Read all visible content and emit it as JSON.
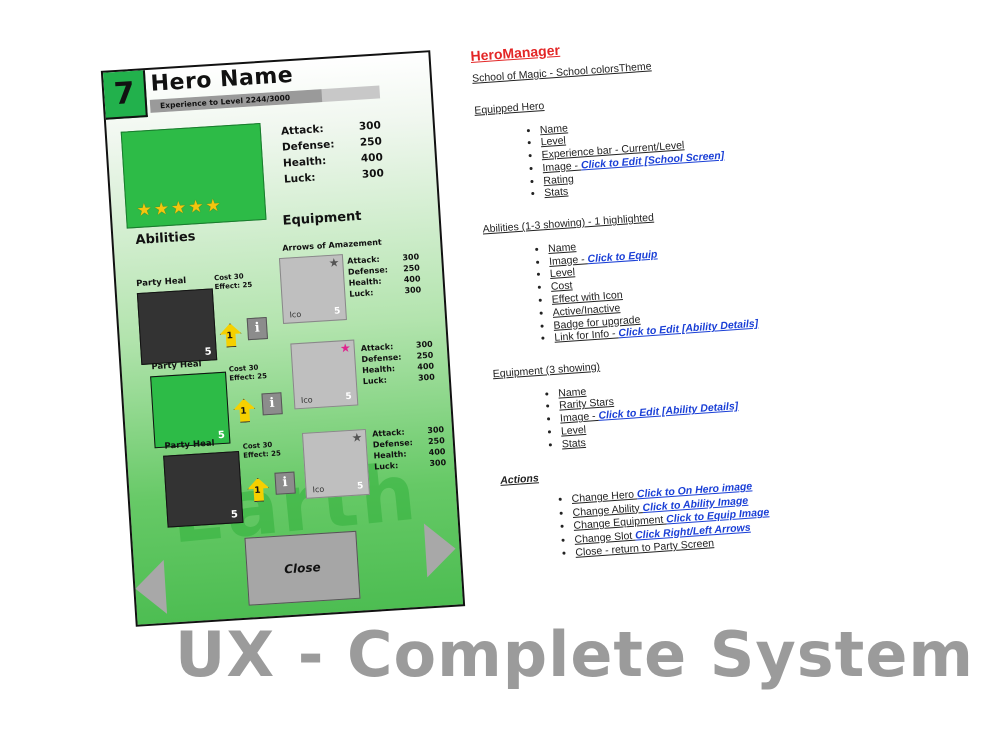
{
  "card": {
    "level": "7",
    "hero_name": "Hero Name",
    "experience_label": "Experience to Level  2244/3000",
    "experience_progress": 0.748,
    "hero_rating": "★★★★★",
    "hero_stats": [
      {
        "label": "Attack:",
        "value": "300"
      },
      {
        "label": "Defense:",
        "value": "250"
      },
      {
        "label": "Health:",
        "value": "400"
      },
      {
        "label": "Luck:",
        "value": "300"
      }
    ],
    "abilities_heading": "Abilities",
    "equipment_heading": "Equipment",
    "equipment_item_title": "Arrows of Amazement",
    "abilities": [
      {
        "name": "Party Heal",
        "cost": "Cost 30",
        "effect": "Effect: 25",
        "slot": "5",
        "upgrade": "1",
        "info": "i"
      },
      {
        "name": "Party Heal",
        "cost": "Cost 30",
        "effect": "Effect: 25",
        "slot": "5",
        "upgrade": "1",
        "info": "i"
      },
      {
        "name": "Party Heal",
        "cost": "Cost 30",
        "effect": "Effect: 25",
        "slot": "5",
        "upgrade": "1",
        "info": "i"
      }
    ],
    "equipment": [
      {
        "ico": "Ico",
        "num": "5",
        "star": "★",
        "stats": [
          {
            "label": "Attack:",
            "value": "300"
          },
          {
            "label": "Defense:",
            "value": "250"
          },
          {
            "label": "Health:",
            "value": "400"
          },
          {
            "label": "Luck:",
            "value": "300"
          }
        ]
      },
      {
        "ico": "Ico",
        "num": "5",
        "star": "★",
        "stats": [
          {
            "label": "Attack:",
            "value": "300"
          },
          {
            "label": "Defense:",
            "value": "250"
          },
          {
            "label": "Health:",
            "value": "400"
          },
          {
            "label": "Luck:",
            "value": "300"
          }
        ]
      },
      {
        "ico": "Ico",
        "num": "5",
        "star": "★",
        "stats": [
          {
            "label": "Attack:",
            "value": "300"
          },
          {
            "label": "Defense:",
            "value": "250"
          },
          {
            "label": "Health:",
            "value": "400"
          },
          {
            "label": "Luck:",
            "value": "300"
          }
        ]
      }
    ],
    "watermark": "Earth",
    "close_label": "Close",
    "colors": {
      "card_green": "#2dbb47",
      "upgrade_yellow": "#f5d000",
      "star_gold": "#f3c60e",
      "star_gray": "#555555",
      "star_pink": "#e0238e"
    }
  },
  "notes": {
    "title": "HeroManager",
    "theme_line": "School of Magic - School colorsTheme",
    "sections": [
      {
        "heading": "Equipped Hero",
        "items": [
          {
            "text": "Name"
          },
          {
            "text": "Level"
          },
          {
            "text": "Experience bar - Current/Level"
          },
          {
            "text": "Image - ",
            "action": "Click to Edit [School Screen]"
          },
          {
            "text": "Rating"
          },
          {
            "text": "Stats"
          }
        ]
      },
      {
        "heading": "Abilities (1-3 showing) - 1 highlighted",
        "items": [
          {
            "text": "Name"
          },
          {
            "text": "Image - ",
            "action": "Click to Equip"
          },
          {
            "text": "Level"
          },
          {
            "text": "Cost"
          },
          {
            "text": "Effect with Icon"
          },
          {
            "text": "Active/Inactive"
          },
          {
            "text": "Badge for upgrade"
          },
          {
            "text": "Link for Info - ",
            "action": "Click to Edit [Ability Details]"
          }
        ]
      },
      {
        "heading": "Equipment (3 showing)",
        "items": [
          {
            "text": "Name"
          },
          {
            "text": "Rarity Stars"
          },
          {
            "text": "Image - ",
            "action": "Click to Edit [Ability Details]"
          },
          {
            "text": "Level"
          },
          {
            "text": "Stats"
          }
        ]
      }
    ],
    "actions_heading": "Actions",
    "actions": [
      {
        "text": "Change Hero ",
        "action": "Click to On Hero image"
      },
      {
        "text": "Change Ability ",
        "action": "Click to Ability Image"
      },
      {
        "text": "Change Equipment ",
        "action": "Click to Equip Image"
      },
      {
        "text": "Change Slot ",
        "action": "Click Right/Left Arrows"
      },
      {
        "text": "Close - return to Party Screen"
      }
    ]
  },
  "caption": "UX - Complete System"
}
